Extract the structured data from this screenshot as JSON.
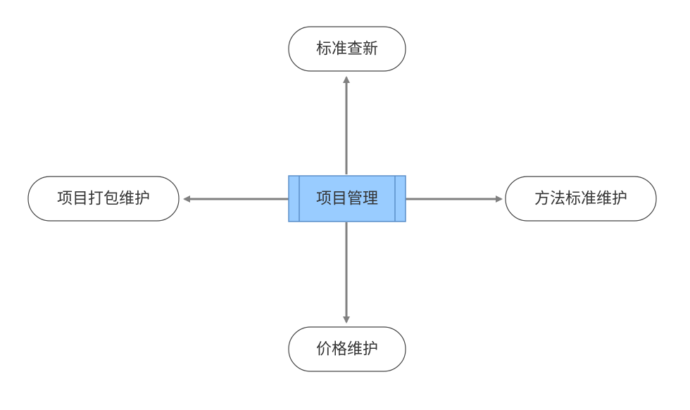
{
  "diagram": {
    "center": {
      "label": "项目管理",
      "fill": "#99ccff",
      "stroke": "#5b8ec9"
    },
    "top": {
      "label": "标准查新"
    },
    "left": {
      "label": "项目打包维护"
    },
    "right": {
      "label": "方法标准维护"
    },
    "bottom": {
      "label": "价格维护"
    },
    "colors": {
      "arrow": "#808080",
      "node_stroke": "#444444",
      "node_fill": "#ffffff"
    }
  }
}
